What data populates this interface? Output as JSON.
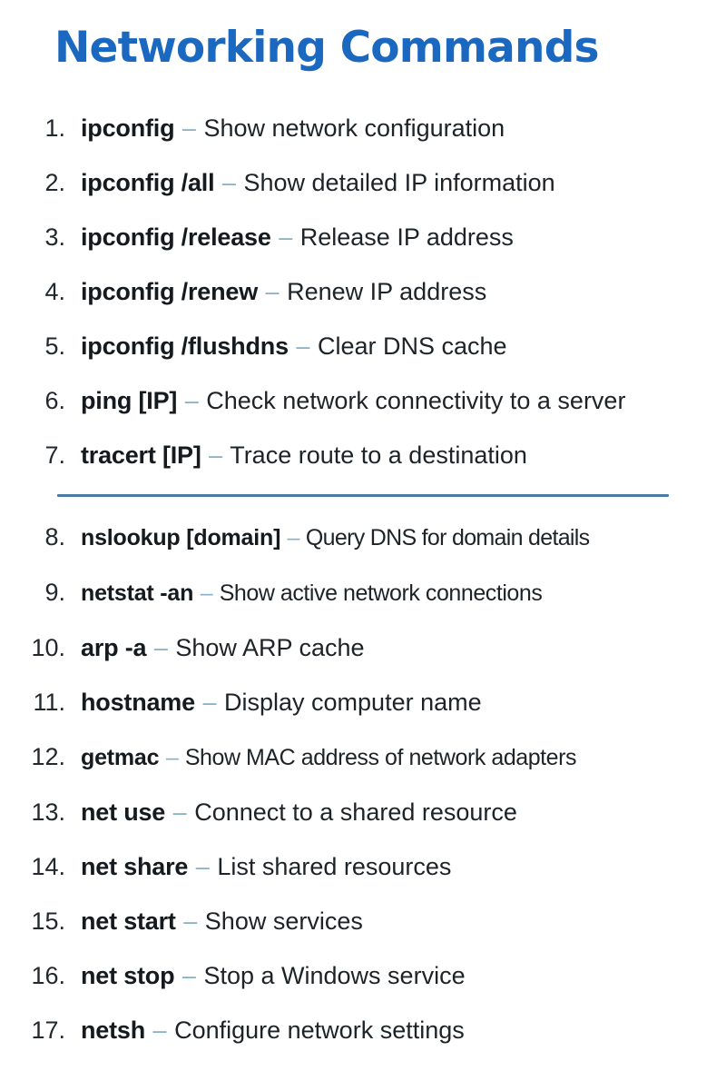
{
  "document": {
    "title": "Networking Commands",
    "title_color": "#1a68c0",
    "dash_color": "#8ab2c6",
    "text_color": "#1e2328",
    "divider_color": "#4a7ba5",
    "background_color": "#ffffff",
    "dash": "–"
  },
  "sections": [
    {
      "id": "section-one",
      "items": [
        {
          "number": "1.",
          "command": "ipconfig",
          "dash": "–",
          "description": "Show network configuration"
        },
        {
          "number": "2.",
          "command": "ipconfig /all",
          "dash": "–",
          "description": "Show detailed IP information"
        },
        {
          "number": "3.",
          "command": "ipconfig /release",
          "dash": "–",
          "description": "Release IP address"
        },
        {
          "number": "4.",
          "command": "ipconfig /renew",
          "dash": "–",
          "description": "Renew IP address"
        },
        {
          "number": "5.",
          "command": "ipconfig /flushdns",
          "dash": "–",
          "description": "Clear DNS cache"
        },
        {
          "number": "6.",
          "command": "ping [IP]",
          "dash": "–",
          "description": "Check network connectivity to a server"
        },
        {
          "number": "7.",
          "command": "tracert [IP]",
          "dash": "–",
          "description": "Trace route to a destination"
        }
      ]
    },
    {
      "id": "section-two",
      "items": [
        {
          "number": "8.",
          "command": "nslookup [domain]",
          "dash": "–",
          "description": "Query DNS for domain details"
        },
        {
          "number": "9.",
          "command": "netstat -an",
          "dash": "–",
          "description": "Show active network connections"
        },
        {
          "number": "10.",
          "command": "arp -a",
          "dash": "–",
          "description": "Show ARP cache"
        },
        {
          "number": "11.",
          "command": "hostname",
          "dash": "–",
          "description": "Display computer name"
        },
        {
          "number": "12.",
          "command": "getmac",
          "dash": "–",
          "description": "Show MAC address of network adapters"
        },
        {
          "number": "13.",
          "command": "net use",
          "dash": "–",
          "description": "Connect to a shared resource"
        },
        {
          "number": "14.",
          "command": "net share",
          "dash": "–",
          "description": "List shared resources"
        },
        {
          "number": "15.",
          "command": "net start",
          "dash": "–",
          "description": "Show services"
        },
        {
          "number": "16.",
          "command": "net stop",
          "dash": "–",
          "description": "Stop a Windows service"
        },
        {
          "number": "17.",
          "command": "netsh",
          "dash": "–",
          "description": "Configure network settings"
        }
      ]
    }
  ]
}
